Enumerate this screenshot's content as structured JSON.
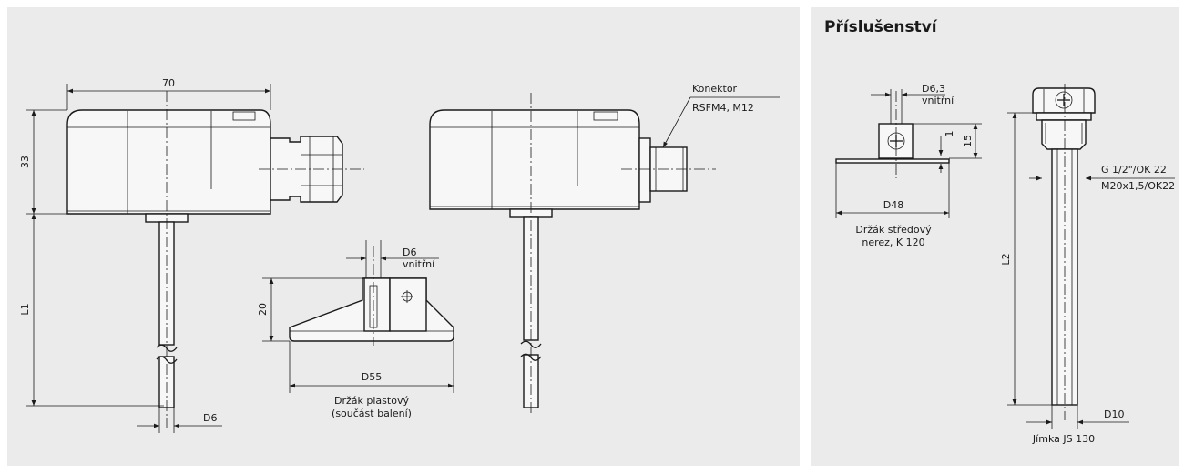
{
  "accessories": {
    "heading": "Příslušenství",
    "well_holder": {
      "diameter": "D6,3",
      "diameter_note": "vnitřní",
      "height": "15",
      "offset": "1",
      "base": "D48",
      "caption_line1": "Držák středový",
      "caption_line2": "nerez, K 120"
    },
    "thermowell": {
      "thread_line1": "G 1/2\"/OK 22",
      "thread_line2": "M20x1,5/OK22",
      "length": "L2",
      "diameter": "D10",
      "caption": "Jímka JS 130"
    }
  },
  "sensor_gland": {
    "width": "70",
    "height": "33",
    "length": "L1",
    "probe_diameter": "D6"
  },
  "plastic_holder": {
    "diameter": "D6",
    "diameter_note": "vnitřní",
    "height": "20",
    "base": "D55",
    "caption_line1": "Držák plastový",
    "caption_line2": "(součást balení)"
  },
  "sensor_connector": {
    "connector_line1": "Konektor",
    "connector_line2": "RSFM4, M12"
  }
}
